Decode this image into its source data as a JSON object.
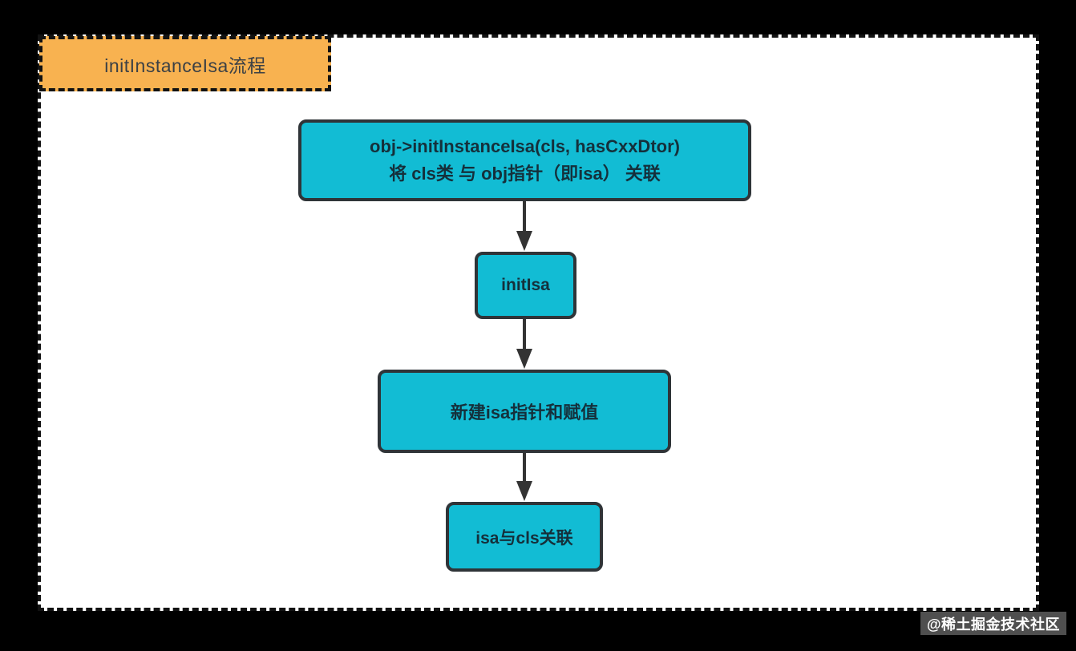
{
  "page": {
    "background_color": "#000000",
    "watermark": {
      "text": "@稀土掘金技术社区"
    }
  },
  "diagram": {
    "title": "initInstanceIsa流程",
    "colors": {
      "canvas_bg": "#ffffff",
      "canvas_border": "#121212",
      "title_fill": "#f8b250",
      "title_text": "#3b4045",
      "node_fill": "#12bcd4",
      "node_border": "#2f3438",
      "node_text": "#15303b",
      "arrow": "#333333"
    },
    "nodes": [
      {
        "id": "init-instance-isa",
        "lines": [
          "obj->initInstanceIsa(cls, hasCxxDtor)",
          "将 cls类 与 obj指针（即isa） 关联"
        ]
      },
      {
        "id": "init-isa",
        "lines": [
          "initIsa"
        ]
      },
      {
        "id": "new-isa-pointer",
        "lines": [
          "新建isa指针和赋值"
        ]
      },
      {
        "id": "isa-cls-associate",
        "lines": [
          "isa与cls关联"
        ]
      }
    ],
    "edges": [
      {
        "from": "init-instance-isa",
        "to": "init-isa"
      },
      {
        "from": "init-isa",
        "to": "new-isa-pointer"
      },
      {
        "from": "new-isa-pointer",
        "to": "isa-cls-associate"
      }
    ]
  }
}
